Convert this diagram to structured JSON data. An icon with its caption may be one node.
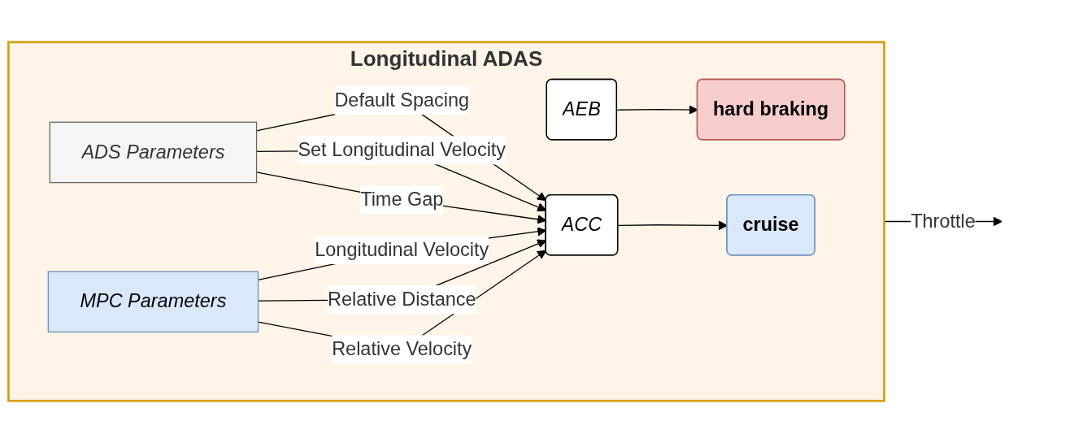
{
  "diagram": {
    "nodes": [
      {
        "text": [
          "Longitudinal ADAS"
        ]
      },
      {
        "text": [
          "ADS Parameters"
        ],
        "in": 0
      },
      {
        "text": [
          "MPC Parameters"
        ],
        "in": 0
      },
      {
        "text": [
          "AEB"
        ],
        "in": 0
      },
      {
        "text": [
          "ACC"
        ],
        "in": 0
      },
      {
        "text": [
          "hard braking"
        ],
        "in": 0
      },
      {
        "text": [
          "cruise"
        ],
        "in": 0
      }
    ],
    "edges": [
      {
        "from": 1,
        "to": 4,
        "arrow": "to",
        "label": "Default Spacing"
      },
      {
        "from": 1,
        "to": 4,
        "arrow": "to",
        "label": "Set Longitudinal Velocity"
      },
      {
        "from": 1,
        "to": 4,
        "arrow": "to",
        "label": "Time Gap"
      },
      {
        "from": 2,
        "to": 4,
        "arrow": "to",
        "label": "Longitudinal Velocity"
      },
      {
        "from": 2,
        "to": 4,
        "arrow": "to",
        "label": "Relative Distance"
      },
      {
        "from": 2,
        "to": 4,
        "arrow": "to",
        "label": "Relative Velocity"
      },
      {
        "from": 3,
        "to": 5,
        "arrow": "to"
      },
      {
        "from": 4,
        "to": 6,
        "arrow": "to"
      },
      {
        "from": 0,
        "to": null,
        "arrow": "to",
        "label": "Throttle"
      }
    ]
  }
}
